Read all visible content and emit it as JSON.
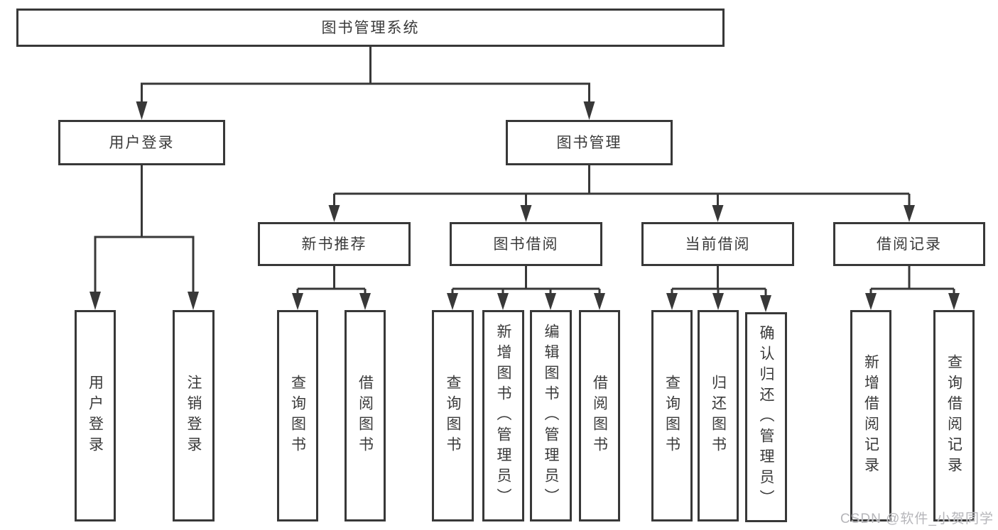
{
  "tree": {
    "root": "图书管理系统",
    "branches": [
      {
        "label": "用户登录",
        "children": [
          "用户登录",
          "注销登录"
        ]
      },
      {
        "label": "图书管理",
        "groups": [
          {
            "label": "新书推荐",
            "children": [
              "查询图书",
              "借阅图书"
            ]
          },
          {
            "label": "图书借阅",
            "children": [
              "查询图书",
              "新增图书（管理员）",
              "编辑图书（管理员）",
              "借阅图书"
            ]
          },
          {
            "label": "当前借阅",
            "children": [
              "查询图书",
              "归还图书",
              "确认归还（管理员）"
            ]
          },
          {
            "label": "借阅记录",
            "children": [
              "新增借阅记录",
              "查询借阅记录"
            ]
          }
        ]
      }
    ]
  },
  "watermark": "CSDN @软件_小贺同学",
  "colors": {
    "line": "#383838",
    "box_border": "#383838",
    "box_background": "#ffffff",
    "text": "#3a3a3a",
    "watermark": "#b6b6ba",
    "page_background": "#ffffff"
  }
}
